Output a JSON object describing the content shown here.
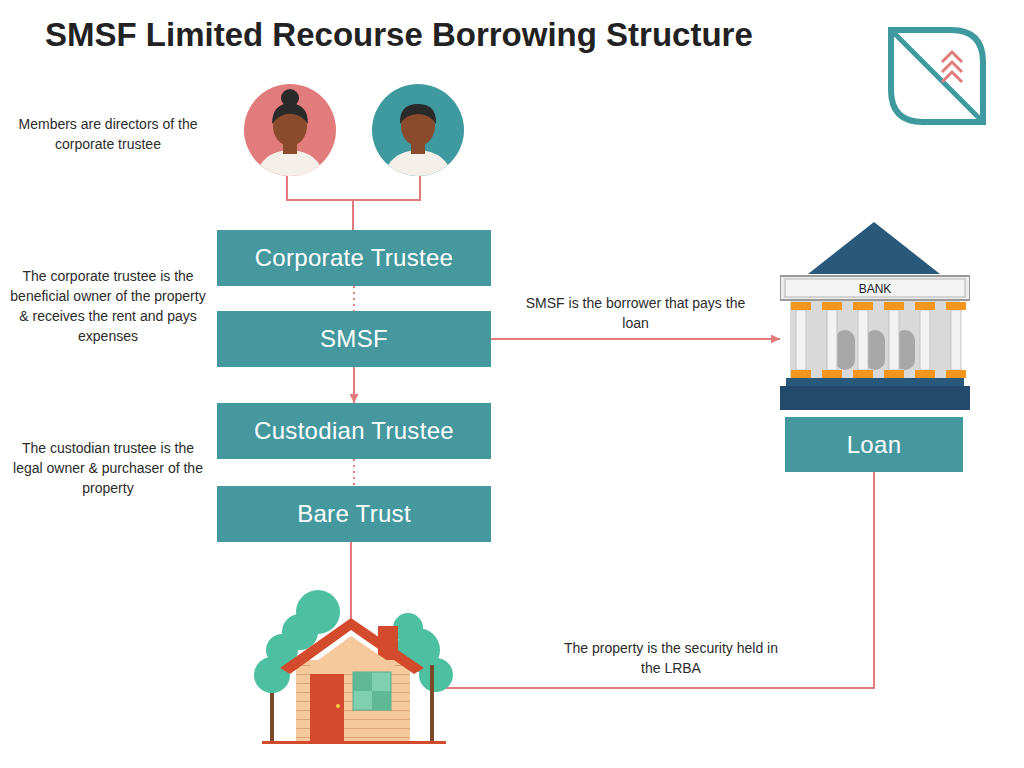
{
  "diagram": {
    "title": "SMSF Limited Recourse Borrowing Structure",
    "nodes": [
      {
        "text": [
          "Corporate Trustee"
        ]
      },
      {
        "text": [
          "SMSF"
        ]
      },
      {
        "text": [
          "BANK"
        ]
      },
      {
        "text": [
          "Custodian Trustee"
        ]
      },
      {
        "text": [
          "Loan"
        ]
      },
      {
        "text": [
          "Bare Trust"
        ]
      }
    ],
    "edges": [
      {
        "from": 0,
        "to": 1,
        "arrow": "none"
      },
      {
        "from": 1,
        "to": 3,
        "arrow": "to"
      },
      {
        "from": 3,
        "to": 5,
        "arrow": "none"
      },
      {
        "from": 1,
        "to": 2,
        "arrow": "to",
        "label": "SMSF is the borrower that pays the loan"
      }
    ],
    "labels": [
      "Members are directors of the corporate trustee",
      "The corporate trustee is the beneficial owner of the property & receives the rent and pays expenses",
      "The custodian trustee is the legal owner & purchaser of the property",
      "The property is the security held in the LRBA"
    ]
  }
}
